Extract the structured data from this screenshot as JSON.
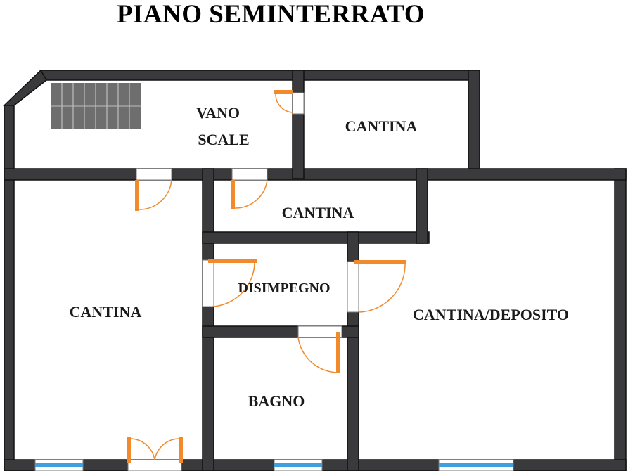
{
  "title": "PIANO SEMINTERRATO",
  "rooms": {
    "vano_scale_line1": "VANO",
    "vano_scale_line2": "SCALE",
    "cantina_top_right": "CANTINA",
    "cantina_corridor": "CANTINA",
    "cantina_left": "CANTINA",
    "disimpegno": "DISIMPEGNO",
    "cantina_deposito": "CANTINA/DEPOSITO",
    "bagno": "BAGNO"
  },
  "colors": {
    "wall_fill": "#3a3a3c",
    "wall_outline": "#111111",
    "floor": "#ffffff",
    "door": "#f08a2c",
    "window": "#3fa0e0",
    "stairs": "#6e6e6e"
  }
}
